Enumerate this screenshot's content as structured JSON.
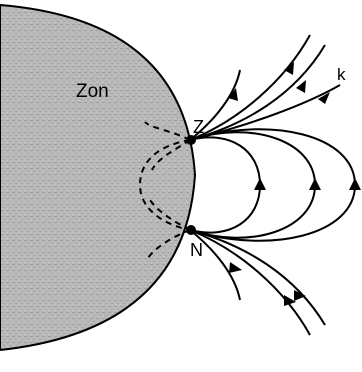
{
  "labels": {
    "sun": "Zon",
    "z_pole": "Z",
    "n_pole": "N",
    "k_line": "k"
  },
  "colors": {
    "sun_fill": "#b8b8b8",
    "ink": "#000000",
    "background": "#ffffff"
  }
}
